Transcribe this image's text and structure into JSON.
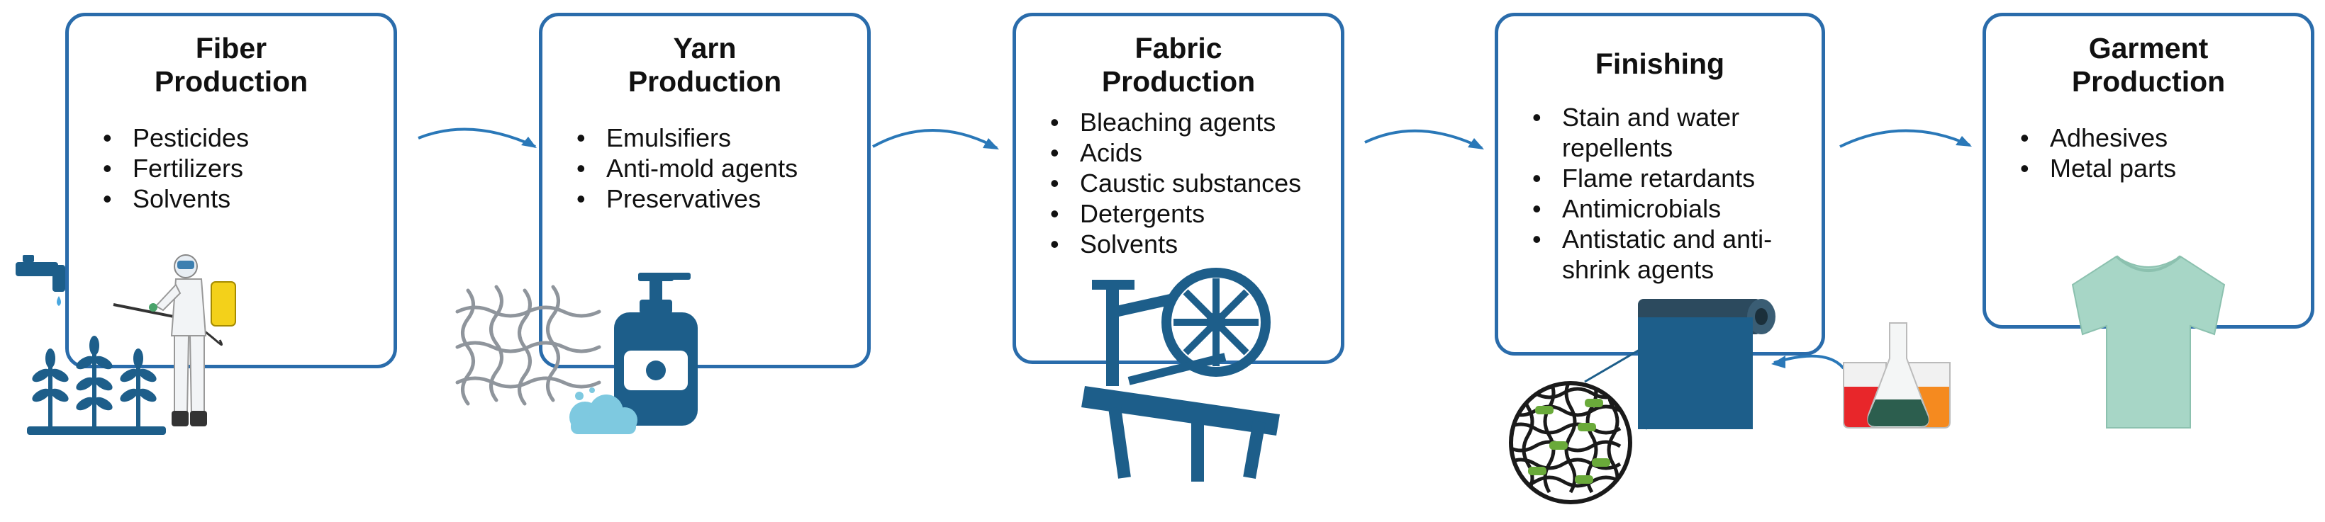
{
  "stages": [
    {
      "title_line1": "Fiber",
      "title_line2": "Production",
      "items": [
        "Pesticides",
        "Fertilizers",
        "Solvents"
      ]
    },
    {
      "title_line1": "Yarn",
      "title_line2": "Production",
      "items": [
        "Emulsifiers",
        "Anti-mold agents",
        "Preservatives"
      ]
    },
    {
      "title_line1": "Fabric",
      "title_line2": "Production",
      "items": [
        "Bleaching agents",
        "Acids",
        "Caustic substances",
        "Detergents",
        "Solvents"
      ]
    },
    {
      "title_line1": "Finishing",
      "title_line2": "",
      "items": [
        "Stain and water repellents",
        "Flame retardants",
        "Antimicrobials",
        "Antistatic and anti-shrink agents"
      ]
    },
    {
      "title_line1": "Garment",
      "title_line2": "Production",
      "items": [
        "Adhesives",
        "Metal parts"
      ]
    }
  ],
  "icons": {
    "fiber": [
      "water-tap-icon",
      "plant-sprouts-icon",
      "pesticide-sprayer-worker-icon"
    ],
    "yarn": [
      "fiber-strands-icon",
      "lotion-pump-bottle-icon",
      "foam-icon"
    ],
    "fabric": [
      "spinning-wheel-icon"
    ],
    "finishing": [
      "woven-fabric-magnifier-icon",
      "fabric-roll-icon",
      "chemical-flasks-icon"
    ],
    "garment": [
      "t-shirt-icon"
    ]
  },
  "colors": {
    "border": "#2a6cab",
    "arrow": "#2a78b8",
    "illustration": "#1d5e8a",
    "tshirt": "#a7d6c6"
  }
}
